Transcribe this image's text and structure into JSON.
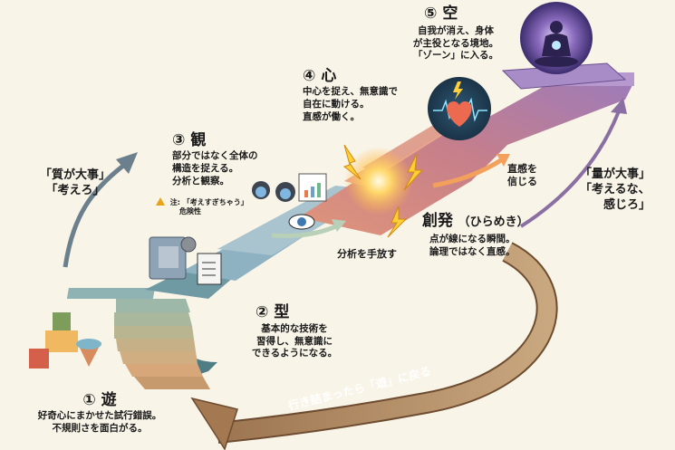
{
  "diagram": {
    "stages": [
      {
        "id": 1,
        "number": "①",
        "title": "遊",
        "lines": [
          "好奇心にまかせた試行錯誤。",
          "不規則さを面白がる。"
        ],
        "icon": "toy-blocks-spinning-top-icon"
      },
      {
        "id": 2,
        "number": "②",
        "title": "型",
        "lines": [
          "基本的な技術を",
          "習得し、無意識に",
          "できるようになる。"
        ],
        "icon": "stone-mold-checklist-icon"
      },
      {
        "id": 3,
        "number": "③",
        "title": "観",
        "lines": [
          "部分ではなく全体の",
          "構造を捉える。",
          "分析と観察。"
        ],
        "note": {
          "prefix": "注:",
          "text": "「考えすぎちゃう」",
          "suffix": "危険性"
        },
        "icon": "binoculars-map-eye-chart-icon"
      },
      {
        "id": 4,
        "number": "④",
        "title": "心",
        "lines": [
          "中心を捉え、無意識で",
          "自在に動ける。",
          "直感が働く。"
        ],
        "icon": "heart-pulse-orb-icon"
      },
      {
        "id": 5,
        "number": "⑤",
        "title": "空",
        "lines": [
          "自我が消え、身体",
          "が主役となる境地。",
          "「ゾーン」に入る。"
        ],
        "icon": "meditating-figure-cosmos-icon"
      }
    ],
    "insight": {
      "title": "創発",
      "subtitle": "（ひらめき）",
      "lines": [
        "点が線になる瞬間。",
        "論理ではなく直感。"
      ]
    },
    "transitions": {
      "let_go_analysis": "分析を手放す",
      "trust_intuition": [
        "直感を",
        "信じる"
      ],
      "return_loop": "行き詰まったら「遊」に戻る"
    },
    "side_notes": {
      "left": [
        "「質が大事」",
        "「考えろ」"
      ],
      "right": [
        "「量が大事」",
        "「考えるな、",
        "感じろ」"
      ]
    },
    "colors": {
      "background": "#f8f4e8",
      "stair_tan": "#c9a27a",
      "stair_teal": "#6f9aa3",
      "stair_blue": "#8fb2c2",
      "stair_orange": "#d9896a",
      "stair_purple": "#9c7ab8",
      "loop_brown": "#a47851",
      "arrow_slate": "#6b7f8c",
      "arrow_purple": "#8a6fa3",
      "spark": "#ffd54a"
    }
  }
}
